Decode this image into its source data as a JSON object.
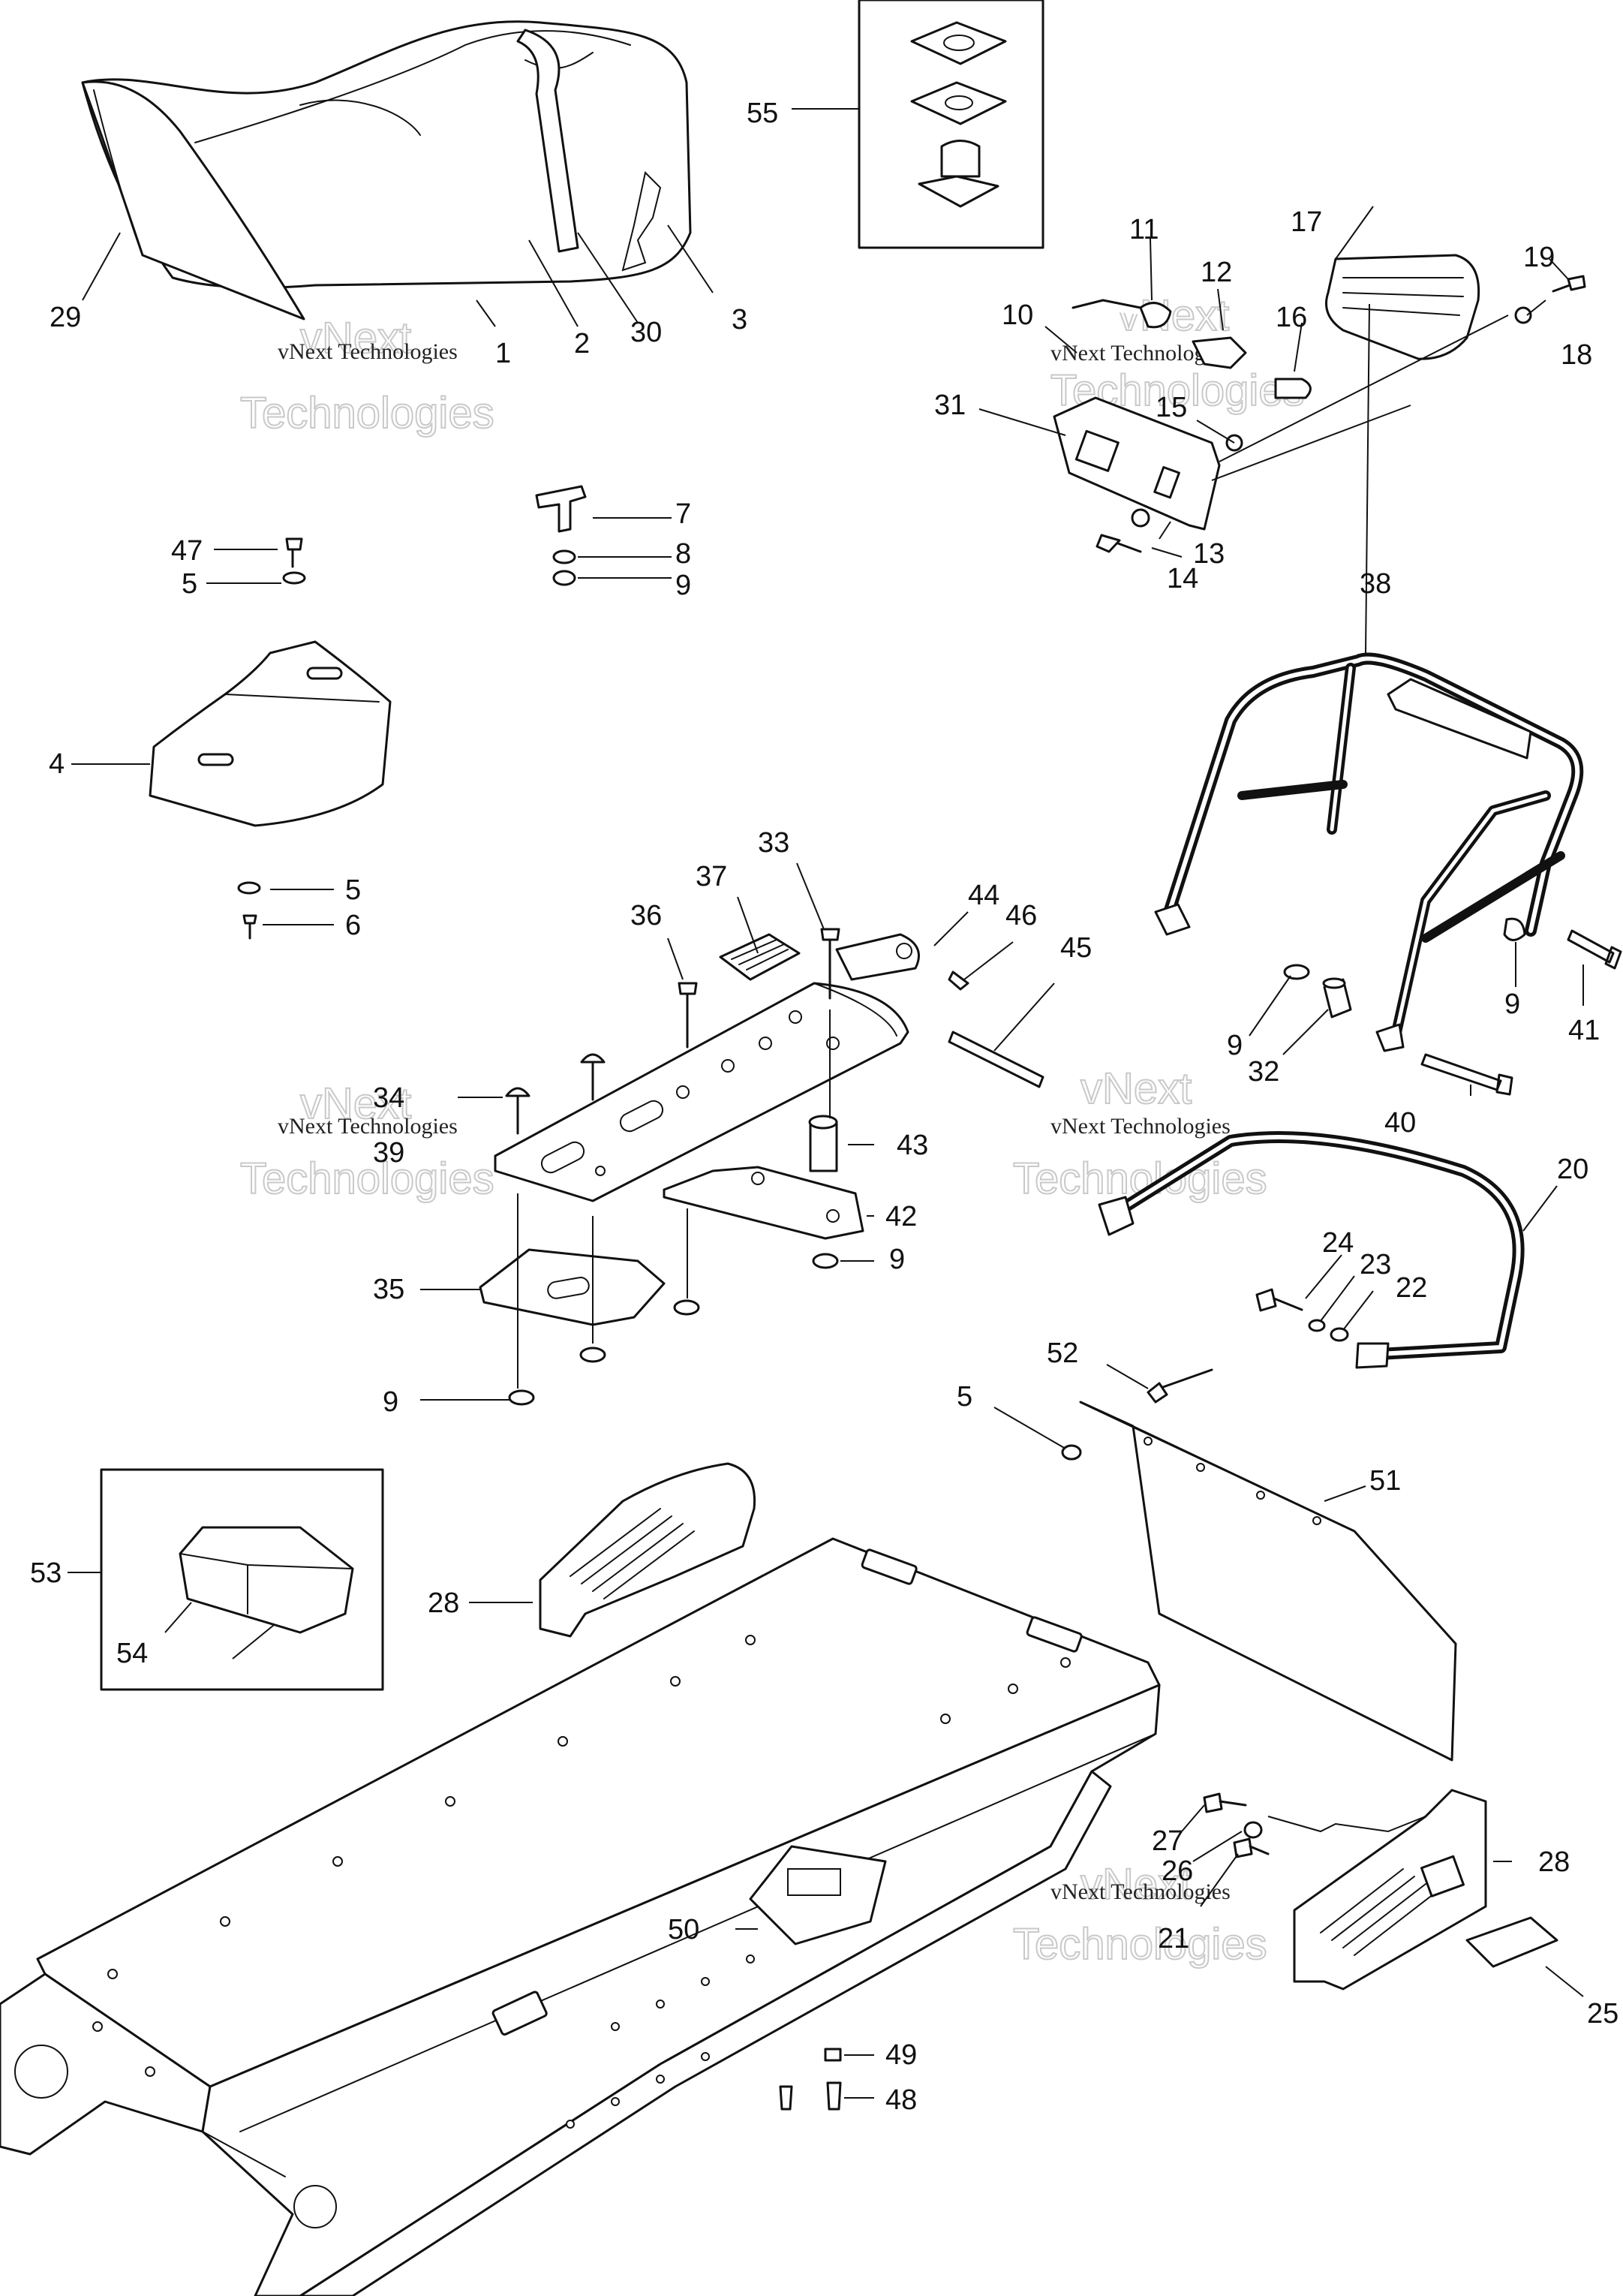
{
  "watermark": {
    "line1": "vNext Technologies",
    "brand": "vNext",
    "word": "Technologies"
  },
  "callouts": {
    "c1": "1",
    "c2": "2",
    "c3": "3",
    "c4": "4",
    "c5a": "5",
    "c5b": "5",
    "c5c": "5",
    "c6": "6",
    "c7": "7",
    "c8": "8",
    "c9a": "9",
    "c9b": "9",
    "c9c": "9",
    "c9d": "9",
    "c9e": "9",
    "c10": "10",
    "c11": "11",
    "c12": "12",
    "c13": "13",
    "c14": "14",
    "c15": "15",
    "c16": "16",
    "c17": "17",
    "c18": "18",
    "c19": "19",
    "c20": "20",
    "c21": "21",
    "c22": "22",
    "c23": "23",
    "c24": "24",
    "c25": "25",
    "c26": "26",
    "c27": "27",
    "c28a": "28",
    "c28b": "28",
    "c29": "29",
    "c30": "30",
    "c31": "31",
    "c32": "32",
    "c33": "33",
    "c34": "34",
    "c35": "35",
    "c36": "36",
    "c37": "37",
    "c38": "38",
    "c39": "39",
    "c40": "40",
    "c41": "41",
    "c42": "42",
    "c43": "43",
    "c44": "44",
    "c45": "45",
    "c46": "46",
    "c47": "47",
    "c48": "48",
    "c49": "49",
    "c50": "50",
    "c51": "51",
    "c52": "52",
    "c53": "53",
    "c54": "54",
    "c55": "55"
  }
}
